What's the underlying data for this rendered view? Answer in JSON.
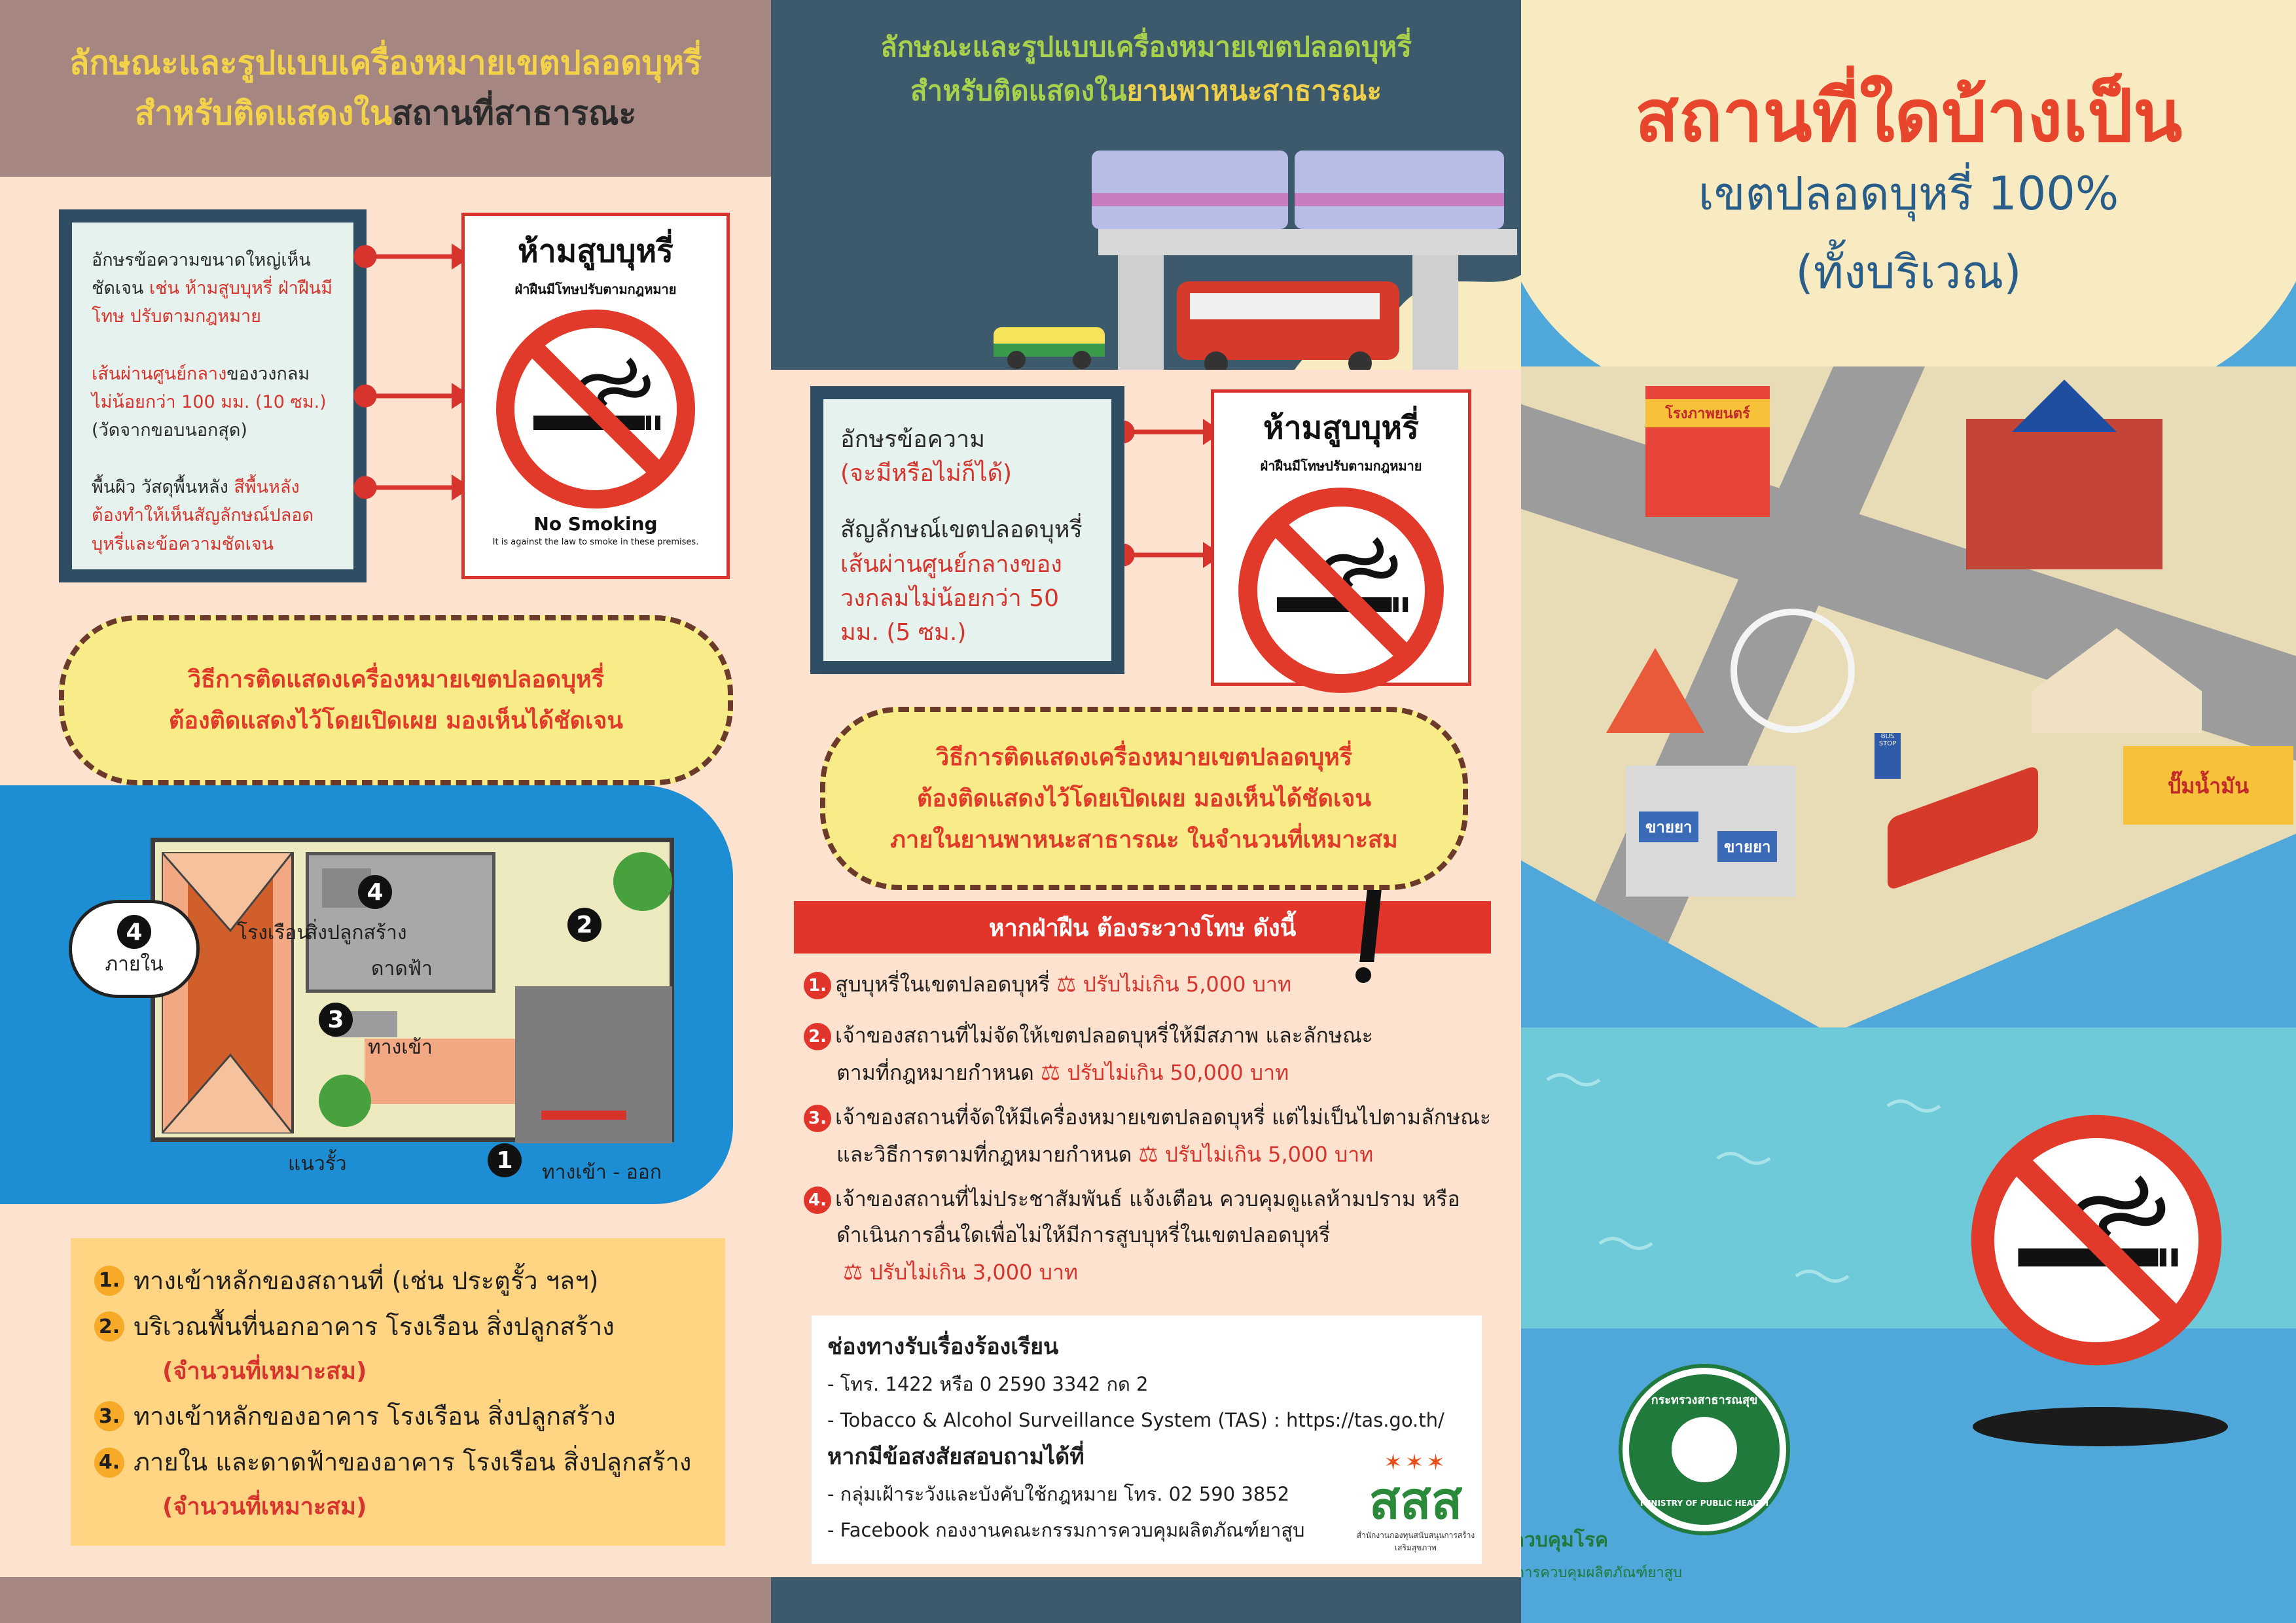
{
  "panel1": {
    "header": {
      "line1": "ลักษณะและรูปแบบเครื่องหมายเขตปลอดบุหรี่",
      "line2_prefix": "สำหรับติดแสดงใน",
      "line2_highlight": "สถานที่สาธารณะ"
    },
    "feature_box": {
      "item1_dark": "อักษรข้อความขนาดใหญ่เห็นชัดเจน",
      "item1_red": "เช่น ห้ามสูบบุหรี่ ฝ่าฝืนมีโทษ ปรับตามกฎหมาย",
      "item2_red": "เส้นผ่านศูนย์กลาง",
      "item2_dark": "ของวงกลม",
      "item2_red2": "ไม่น้อยกว่า 100 มม. (10 ซม.)",
      "item2_dark2": "(วัดจากขอบนอกสุด)",
      "item3_dark": "พื้นผิว วัสดุพื้นหลัง",
      "item3_red": "สีพื้นหลัง ต้องทำให้เห็นสัญลักษณ์ปลอดบุหรี่และข้อความชัดเจน"
    },
    "sign": {
      "title": "ห้ามสูบบุหรี่",
      "subtitle": "ฝ่าฝืนมีโทษปรับตามกฎหมาย",
      "en_title": "No Smoking",
      "en_subtitle": "It is against the law to smoke in these premises."
    },
    "method_oval": {
      "line1": "วิธีการติดแสดงเครื่องหมายเขตปลอดบุหรี่",
      "line2": "ต้องติดแสดงไว้โดยเปิดเผย มองเห็นได้ชัดเจน"
    },
    "map": {
      "inside_label": "ภายใน",
      "house_label": "โรงเรือน",
      "structure_label": "สิ่งปลูกสร้าง",
      "roof_label": "ดาดฟ้า",
      "entrance_label": "ทางเข้า",
      "fence_label": "แนวรั้ว",
      "gate_label": "ทางเข้า - ออก",
      "n1": "1",
      "n2": "2",
      "n3": "3",
      "n4a": "4",
      "n4b": "4"
    },
    "list": [
      {
        "num": "1.",
        "text": "ทางเข้าหลักของสถานที่  (เช่น ประตูรั้ว ฯลฯ)",
        "note": ""
      },
      {
        "num": "2.",
        "text": "บริเวณพื้นที่นอกอาคาร โรงเรือน สิ่งปลูกสร้าง",
        "note": "(จำนวนที่เหมาะสม)"
      },
      {
        "num": "3.",
        "text": "ทางเข้าหลักของอาคาร โรงเรือน สิ่งปลูกสร้าง",
        "note": ""
      },
      {
        "num": "4.",
        "text": "ภายใน และดาดฟ้าของอาคาร โรงเรือน สิ่งปลูกสร้าง",
        "note": "(จำนวนที่เหมาะสม)"
      }
    ]
  },
  "panel2": {
    "header": {
      "line1": "ลักษณะและรูปแบบเครื่องหมายเขตปลอดบุหรี่",
      "line2_prefix": "สำหรับติดแสดงใน",
      "line2_highlight": "ยานพาหนะสาธารณะ"
    },
    "feature_box": {
      "line1": "อักษรข้อความ",
      "line2": "(จะมีหรือไม่ก็ได้)",
      "line3": "สัญลักษณ์เขตปลอดบุหรี่",
      "line4": "เส้นผ่านศูนย์กลางของวงกลมไม่น้อยกว่า 50 มม. (5 ซม.)"
    },
    "sign": {
      "title": "ห้ามสูบบุหรี่",
      "subtitle": "ฝ่าฝืนมีโทษปรับตามกฎหมาย"
    },
    "method_oval": {
      "line1": "วิธีการติดแสดงเครื่องหมายเขตปลอดบุหรี่",
      "line2": "ต้องติดแสดงไว้โดยเปิดเผย มองเห็นได้ชัดเจน",
      "line3": "ภายในยานพาหนะสาธารณะ ในจำนวนที่เหมาะสม"
    },
    "penalty_bar": "หากฝ่าฝืน ต้องระวางโทษ ดังนี้",
    "penalties": [
      {
        "num": "1.",
        "text": "สูบบุหรี่ในเขตปลอดบุหรี่",
        "text2": "",
        "fine": "ปรับไม่เกิน 5,000 บาท"
      },
      {
        "num": "2.",
        "text": "เจ้าของสถานที่ไม่จัดให้เขตปลอดบุหรี่ให้มีสภาพ และลักษณะ",
        "text2": "ตามที่กฎหมายกำหนด",
        "fine": "ปรับไม่เกิน 50,000 บาท"
      },
      {
        "num": "3.",
        "text": "เจ้าของสถานที่จัดให้มีเครื่องหมายเขตปลอดบุหรี่  แต่ไม่เป็นไปตามลักษณะ",
        "text2": "และวิธีการตามที่กฎหมายกำหนด",
        "fine": "ปรับไม่เกิน 5,000 บาท"
      },
      {
        "num": "4.",
        "text": "เจ้าของสถานที่ไม่ประชาสัมพันธ์ แจ้งเตือน ควบคุมดูแลห้ามปราม หรือ",
        "text2": "ดำเนินการอื่นใดเพื่อไม่ให้มีการสูบบุหรี่ในเขตปลอดบุหรี่",
        "fine": "ปรับไม่เกิน 3,000 บาท"
      }
    ],
    "contact": {
      "head1": "ช่องทางรับเรื่องร้องเรียน",
      "line1": "- โทร. 1422 หรือ 0 2590 3342 กด 2",
      "line2": "- Tobacco & Alcohol Surveillance System (TAS) : https://tas.go.th/",
      "head2": "หากมีข้อสงสัยสอบถามได้ที่",
      "line3": "- กลุ่มเฝ้าระวังและบังคับใช้กฎหมาย โทร. 02 590 3852",
      "line4": "- Facebook กองงานคณะกรรมการควบคุมผลิตภัณฑ์ยาสูบ"
    },
    "sss_logo": {
      "text": "สสส",
      "sub": "สำนักงานกองทุนสนับสนุนการสร้างเสริมสุขภาพ"
    }
  },
  "panel3": {
    "title": "สถานที่ใดบ้างเป็น",
    "subtitle": "เขตปลอดบุหรี่ 100%",
    "subtitle2": "(ทั้งบริเวณ)",
    "city_signs": {
      "cinema": "โรงภาพยนตร์",
      "pharmacy1": "ขายยา",
      "pharmacy2": "ขายยา",
      "gas": "ปั๊มน้ำมัน",
      "bus_stop": "BUS STOP"
    },
    "seal_text": "กระทรวงสาธารณสุข",
    "seal_en": "MINISTRY OF PUBLIC HEALTH",
    "ministry_name": "กรมควบคุมโรค",
    "ministry_sub": "กองงานคณะกรรมการควบคุมผลิตภัณฑ์ยาสูบ"
  },
  "colors": {
    "red": "#d6342c",
    "header1": "#a58680",
    "header2": "#3d5a6d",
    "panel3_bg": "#4fa8d9",
    "cream": "#fde3cf"
  }
}
